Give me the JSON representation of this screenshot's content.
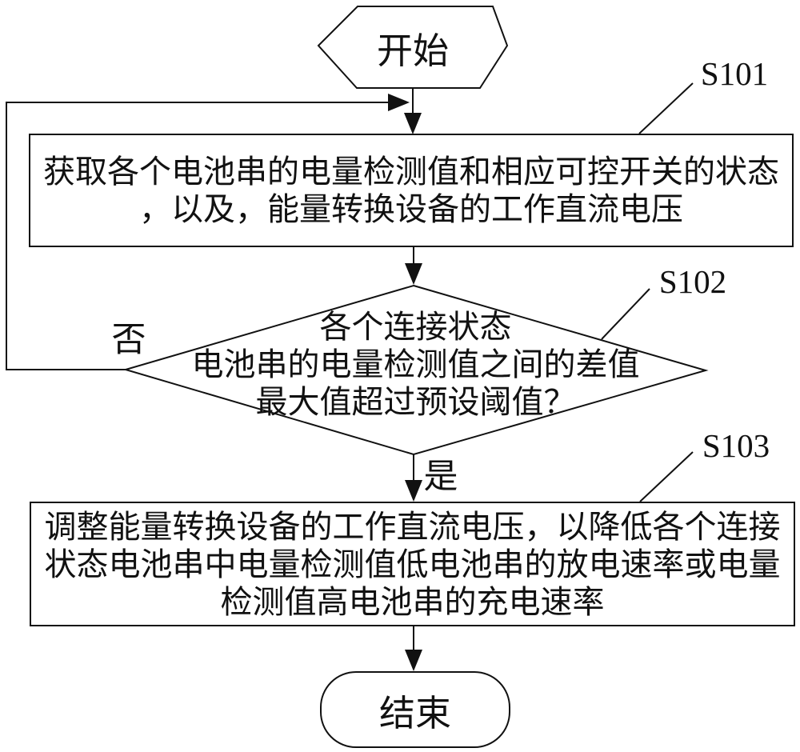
{
  "diagram": {
    "title_hint": "battery string charge balancing flowchart",
    "colors": {
      "line": "#111111",
      "background": "#ffffff",
      "text": "#111111"
    },
    "start": {
      "label": "开始"
    },
    "end": {
      "label": "结束"
    },
    "step1": {
      "id": "S101",
      "line1": "获取各个电池串的电量检测值和相应可控开关的状态",
      "line2": "，以及，能量转换设备的工作直流电压"
    },
    "decision": {
      "id": "S102",
      "line1": "各个连接状态",
      "line2": "电池串的电量检测值之间的差值",
      "line3": "最大值超过预设阈值？",
      "no_label": "否",
      "yes_label": "是"
    },
    "step2": {
      "id": "S103",
      "line1": "调整能量转换设备的工作直流电压，以降低各个连接",
      "line2": "状态电池串中电量检测值低电池串的放电速率或电量",
      "line3": "检测值高电池串的充电速率"
    }
  }
}
